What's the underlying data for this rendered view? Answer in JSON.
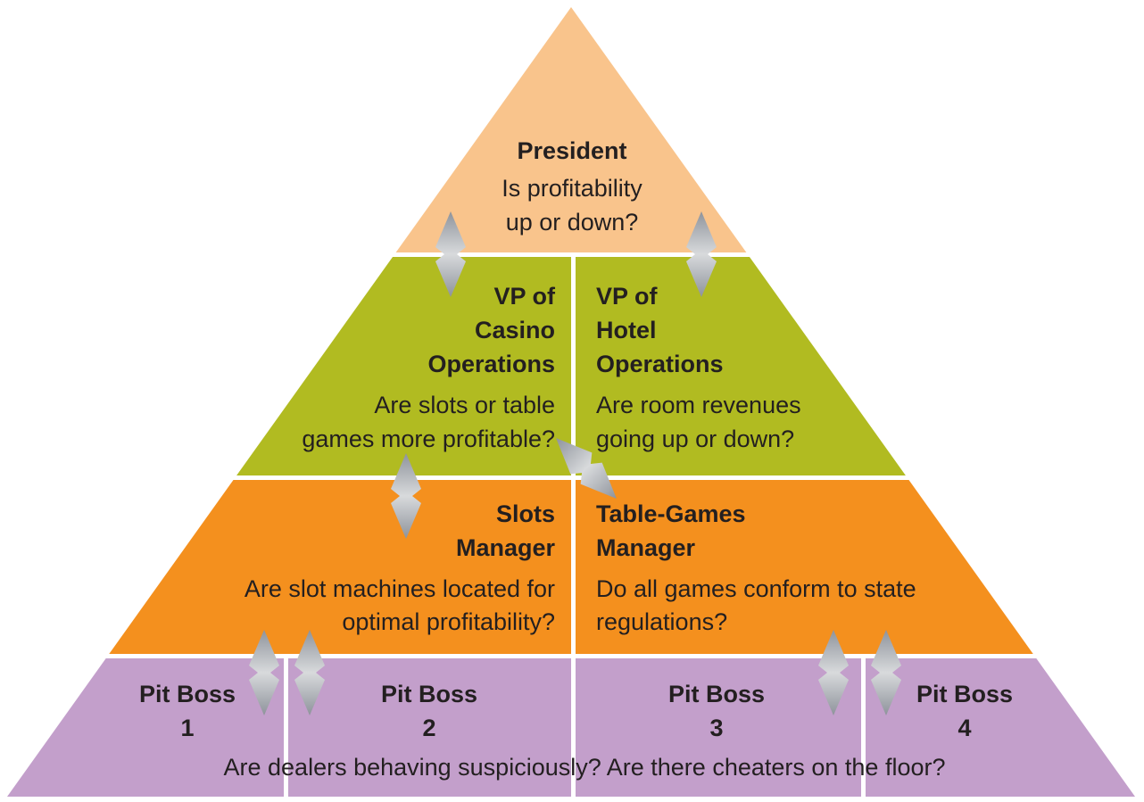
{
  "colors": {
    "president": "#f9c48c",
    "vp": "#b1bb21",
    "manager": "#f4901e",
    "pitboss": "#c39fcb",
    "arrow": "#8e939b"
  },
  "president": {
    "title": "President",
    "q1": "Is profitability",
    "q2": "up or down?"
  },
  "vp_casino": {
    "t1": "VP of",
    "t2": "Casino",
    "t3": "Operations",
    "q1": "Are slots or table",
    "q2": "games more profitable?"
  },
  "vp_hotel": {
    "t1": "VP of",
    "t2": "Hotel",
    "t3": "Operations",
    "q1": "Are room revenues",
    "q2": "going up or down?"
  },
  "slots": {
    "t1": "Slots",
    "t2": "Manager",
    "q1": "Are slot machines located for",
    "q2": "optimal profitability?"
  },
  "tables": {
    "t1": "Table-Games",
    "t2": "Manager",
    "q1": "Do all games conform to state",
    "q2": "regulations?"
  },
  "pit_bosses": [
    {
      "label": "Pit Boss",
      "num": "1"
    },
    {
      "label": "Pit Boss",
      "num": "2"
    },
    {
      "label": "Pit Boss",
      "num": "3"
    },
    {
      "label": "Pit Boss",
      "num": "4"
    }
  ],
  "pit_question": "Are dealers behaving suspiciously? Are there cheaters on the floor?",
  "arrow_icon": "double-headed-arrow"
}
